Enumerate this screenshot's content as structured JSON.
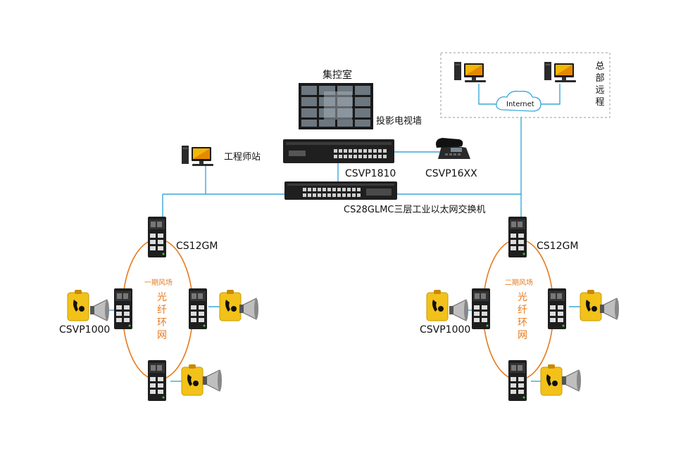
{
  "labels": {
    "control_room": "集控室",
    "video_wall": "投影电视墙",
    "engineer_station": "工程师站",
    "core_switch_model": "CSVP1810",
    "phone_model": "CSVP16XX",
    "l3_switch": "CS28GLMC三层工业以太网交换机",
    "internet": "Internet",
    "hq_remote": "总部远程",
    "left_ring_switch": "CS12GM",
    "right_ring_switch": "CS12GM",
    "left_phase": "一期风场",
    "right_phase": "二期风场",
    "fiber_ring": "光纤环网",
    "left_terminal": "CSVP1000",
    "right_terminal": "CSVP1000"
  },
  "colors": {
    "link": "#3aa7d8",
    "ring": "#e87a1e",
    "device_dark": "#1e1e1e",
    "phone_yellow": "#f2c21a",
    "dashed_box": "#999999"
  },
  "icons": {
    "computer": "computer-icon",
    "switch": "switch-icon",
    "phone": "desk-phone-icon",
    "emergency_phone": "emergency-phone-icon",
    "horn": "horn-speaker-icon",
    "cloud": "cloud-icon",
    "video_wall": "video-wall-icon"
  }
}
